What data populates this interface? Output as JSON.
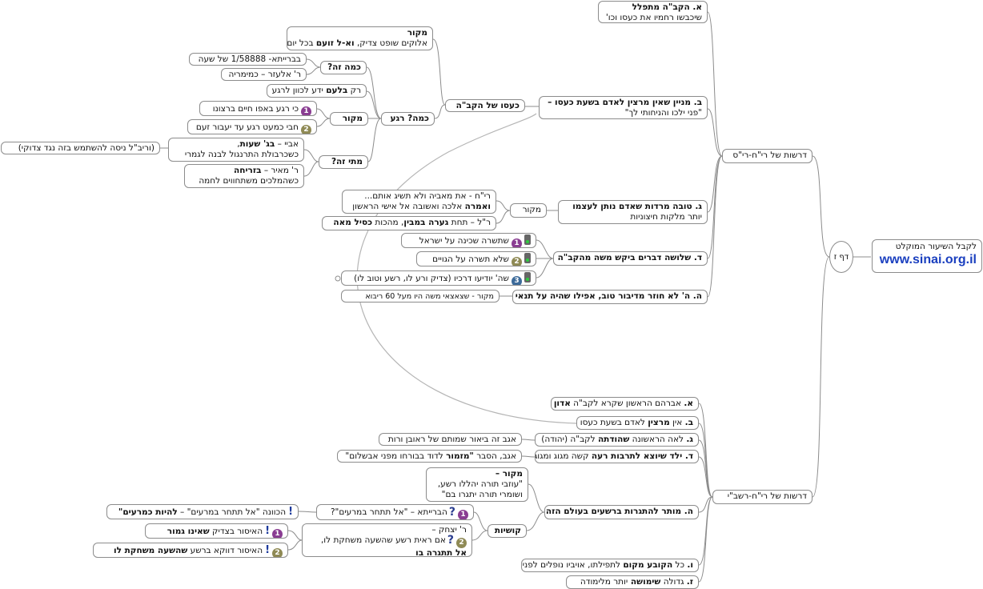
{
  "center": {
    "title": "דף ז"
  },
  "source": {
    "label": "לקבל השיעור המוקלט",
    "url": "www.sinai.org.il"
  },
  "sec1": {
    "title": "דרשות של רי\"ח-רי\"ס",
    "a": {
      "title": "א. הקב\"ה מתפלל",
      "sub": "שיכבשו רחמיו את כעסו וכו'"
    },
    "b": {
      "title": "ב. מניין שאין מרצין לאדם בשעת כעסו –",
      "sub": "\"פני ילכו והניחותי לך\"",
      "anger": "כעסו של הקב\"ה",
      "source": {
        "title": "מקור",
        "line1": "אלוקים שופט צדיק, ",
        "line1b": "וא-ל זועם",
        "line1c": " בכל יום"
      },
      "how_long": {
        "title": "כמה? רגע",
        "how_much": {
          "title": "כמה זה?",
          "brayta": "בברייתא- 1/58888 של שעה",
          "eliezer": "ר' אלעזר – כמימריה"
        },
        "bilam": {
          "pre": "רק ",
          "bold": "בלעם",
          "post": " ידע לכוון לרגע"
        },
        "makor": {
          "title": "מקור",
          "p1": "כי רגע באפו חיים ברצונו",
          "p2": "חבי כמעט רגע עד יעבור זעם",
          "n1": "1",
          "n2": "2"
        },
        "when": {
          "title": "מתי זה?",
          "abaye": {
            "a": "אביי – ",
            "b": "בג' שעות",
            "c": ",",
            "line2": "כשכרבולת התרנגול לבנה לגמרי"
          },
          "meir": {
            "a": "ר' מאיר – ",
            "b": "בזריחה",
            "line2": "כשהמלכים משתחווים לחמה"
          },
          "note": "(וריב\"ל ניסה להשתמש בזה נגד צדוקי)"
        }
      }
    },
    "g": {
      "title": "ג. טובה מרדות שאדם נותן לעצמו",
      "sub": "יותר מלקות חיצוניות",
      "makor": "מקור",
      "rh": {
        "l1": "רי\"ח - את מאביה ולא תשיג אותם...",
        "l2a": "ואמרה",
        "l2b": " אלכה ואשובה אל אישי הראשון"
      },
      "rl": {
        "a": "ר\"ל – תחת ",
        "b": "גערה במבין",
        "c": ", מהכות ",
        "d": "כסיל מאה"
      }
    },
    "d": {
      "title": "ד. שלושה דברים ביקש משה מהקב\"ה",
      "items": [
        "שתשרה שכינה על ישראל",
        "שלא תשרה על הגויים",
        "שה' יודיעו דרכיו (צדיק ורע לו, רשע וטוב לו)"
      ],
      "nums": [
        "1",
        "2",
        "3"
      ]
    },
    "h": {
      "title": "ה.  ה' לא חוזר מדיבור טוב, אפילו שהיה על תנאי",
      "sub": "מקור - שצאצאי משה היו מעל 60 ריבוא"
    }
  },
  "sec2": {
    "title": "דרשות של רי\"ח-רשב\"י",
    "a": {
      "pre": "א.",
      "text": " אברהם הראשון שקרא לקב\"ה ",
      "bold": "אדון"
    },
    "b": {
      "pre": "ב.",
      "text": " אין ",
      "bold": "מרצין",
      "post": " לאדם בשעת כעסו"
    },
    "g": {
      "pre": "ג.",
      "text": " לאה הראשונה ",
      "bold": "שהודתה",
      "post": " לקב\"ה (יהודה)",
      "note": "אגב זה ביאור שמותם של ראובן ורות"
    },
    "d": {
      "pre": "ד. ",
      "bold": "ילד שיוצא לתרבות רעה",
      "post": " קשה מגוג ומגוג",
      "note_a": "אגב, הסבר ",
      "note_b": "\"מזמור",
      "note_c": " לדוד בבורחו מפני אבשלום\""
    },
    "h": {
      "title": "ה. מותר להתגרות ברשעים בעולם הזה",
      "source": {
        "title": "מקור –",
        "l1": "\"עוזבי תורה יהללו רשע,",
        "l2": "ושומרי תורה יתגרו בם\""
      },
      "kushiot": "קושיות",
      "q1": {
        "text": "הברייתא – \"אל תתחר במרעים\"?",
        "n": "1",
        "ans_a": "הכוונה \"אל תתחר במרעים\" – ",
        "ans_b": "להיות כמרעים\""
      },
      "q2": {
        "l1": "ר' יצחק –",
        "l2": "אם ראית רשע שהשעה משחקת לו,",
        "l3": "אל תתגרה בו",
        "n": "2",
        "a1a": "האיסור בצדיק ",
        "a1b": "שאינו גמור",
        "a2a": "האיסור דווקא ברשע ",
        "a2b": "שהשעה משחקת לו",
        "n1": "1",
        "n2": "2"
      }
    },
    "v": {
      "pre": "ו.",
      "text": " כל ",
      "bold": "הקובע מקום",
      "post": " לתפילתו, אויביו נופלים לפניו"
    },
    "z": {
      "pre": "ז.",
      "text": " גדולה ",
      "bold": "שימושה ",
      "post": " יותר מלימודה"
    }
  }
}
